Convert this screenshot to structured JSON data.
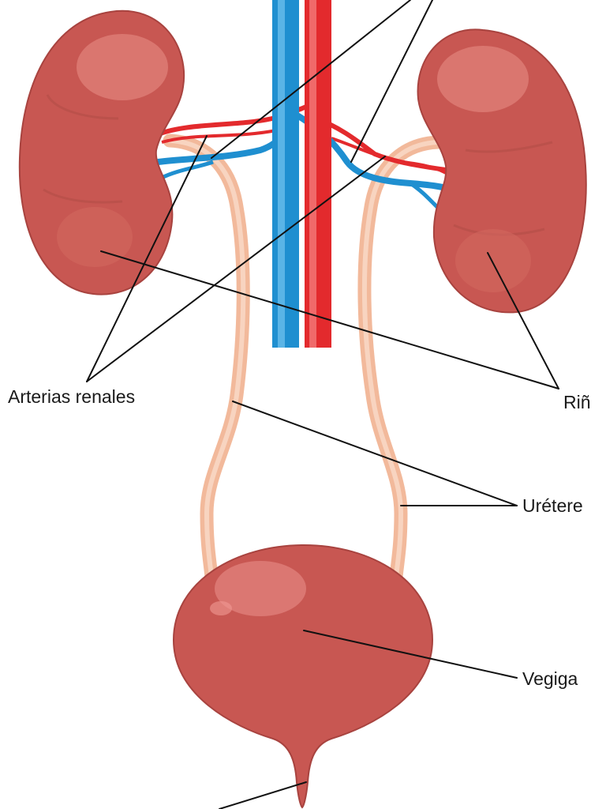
{
  "diagram": {
    "labels": {
      "arterias_renales": "Arterias renales",
      "rinones": "Riñ",
      "ureteres": "Urétere",
      "vegiga": "Vegiga"
    },
    "colors": {
      "organ": "#c85752",
      "organ_dark": "#a8433f",
      "organ_light": "#e0807a",
      "ureter": "#f2b99b",
      "ureter_light": "#f8d4c0",
      "artery": "#e32a2d",
      "vein": "#1f8fd0"
    }
  }
}
